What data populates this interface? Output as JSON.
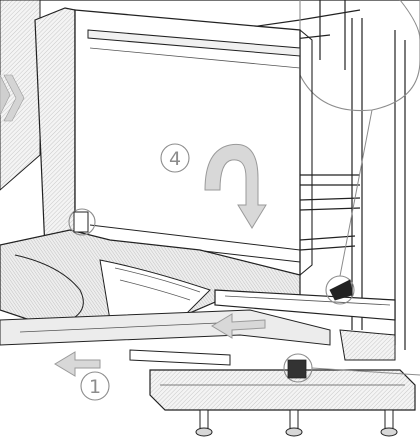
{
  "figure": {
    "callouts": [
      {
        "id": "step-4",
        "label": "4"
      },
      {
        "id": "step-1",
        "label": "1"
      }
    ],
    "colors": {
      "line": "#222222",
      "hatch_fill": "#e6e6e6",
      "arrow_fill": "#d8d8d8",
      "arrow_stroke": "#9a9a9a",
      "circle_stroke": "#8c8c8c"
    }
  }
}
